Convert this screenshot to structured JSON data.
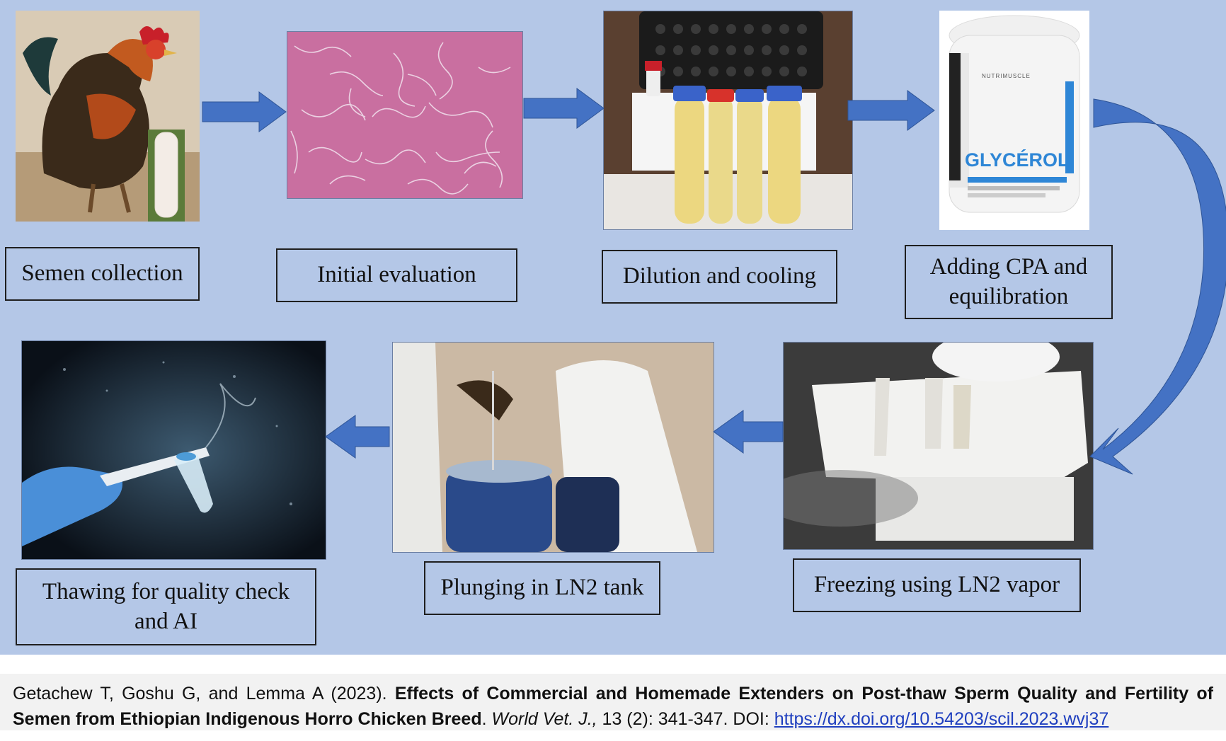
{
  "steps": {
    "s1": "Semen collection",
    "s2": "Initial evaluation",
    "s3": "Dilution and cooling",
    "s4": "Adding CPA and\nequilibration",
    "s5": "Freezing using LN2 vapor",
    "s6": "Plunging in LN2 tank",
    "s7": "Thawing for quality check\nand AI"
  },
  "photos": {
    "glycerol_label": "GLYCÉROL",
    "glycerol_brand": "NUTRIMUSCLE"
  },
  "citation": {
    "authors": "Getachew T, Goshu G, and Lemma A (2023). ",
    "title": "Effects of Commercial and Homemade Extenders on Post-thaw Sperm Quality and Fertility of Semen from Ethiopian Indigenous Horro Chicken Breed",
    "sep": ". ",
    "journal": "World Vet. J.,",
    "volume": " 13 (2): 341-347. DOI: ",
    "doi": "https://dx.doi.org/10.54203/scil.2023.wvj37"
  },
  "colors": {
    "background": "#b4c7e7",
    "arrow": "#4472c4",
    "arrow_dark": "#2f5597"
  }
}
